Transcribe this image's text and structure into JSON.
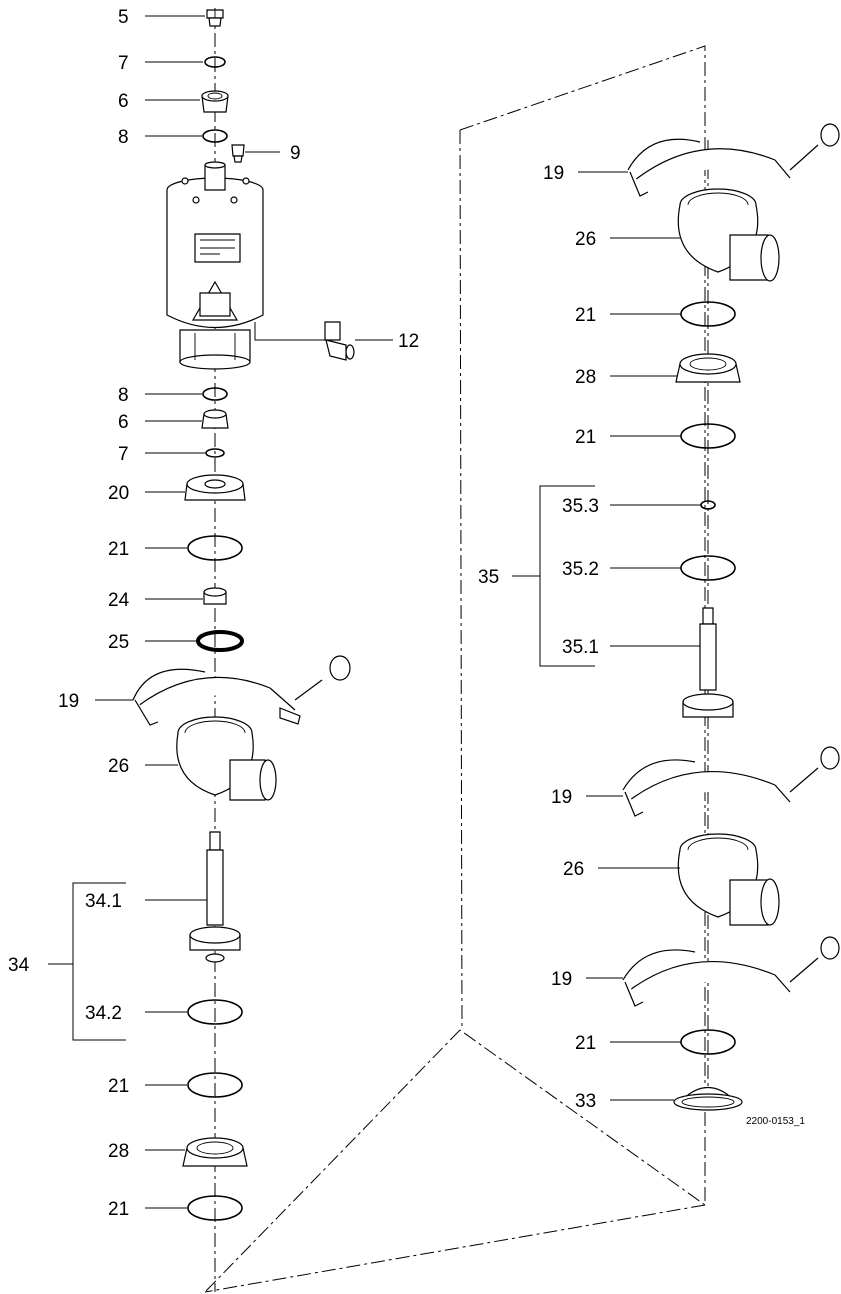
{
  "diagram": {
    "drawing_code": "2200-0153_1",
    "callouts": [
      {
        "id": "l5",
        "text": "5"
      },
      {
        "id": "l7a",
        "text": "7"
      },
      {
        "id": "l6a",
        "text": "6"
      },
      {
        "id": "l8a",
        "text": "8"
      },
      {
        "id": "l9",
        "text": "9"
      },
      {
        "id": "l12",
        "text": "12"
      },
      {
        "id": "l8b",
        "text": "8"
      },
      {
        "id": "l6b",
        "text": "6"
      },
      {
        "id": "l7b",
        "text": "7"
      },
      {
        "id": "l20",
        "text": "20"
      },
      {
        "id": "l21a",
        "text": "21"
      },
      {
        "id": "l24",
        "text": "24"
      },
      {
        "id": "l25",
        "text": "25"
      },
      {
        "id": "l19a",
        "text": "19"
      },
      {
        "id": "l26a",
        "text": "26"
      },
      {
        "id": "l341",
        "text": "34.1"
      },
      {
        "id": "l34",
        "text": "34"
      },
      {
        "id": "l342",
        "text": "34.2"
      },
      {
        "id": "l21b",
        "text": "21"
      },
      {
        "id": "l28a",
        "text": "28"
      },
      {
        "id": "l21c",
        "text": "21"
      },
      {
        "id": "l19b",
        "text": "19"
      },
      {
        "id": "l26b",
        "text": "26"
      },
      {
        "id": "l21d",
        "text": "21"
      },
      {
        "id": "l28b",
        "text": "28"
      },
      {
        "id": "l21e",
        "text": "21"
      },
      {
        "id": "l353",
        "text": "35.3"
      },
      {
        "id": "l35",
        "text": "35"
      },
      {
        "id": "l352",
        "text": "35.2"
      },
      {
        "id": "l351",
        "text": "35.1"
      },
      {
        "id": "l19c",
        "text": "19"
      },
      {
        "id": "l26c",
        "text": "26"
      },
      {
        "id": "l19d",
        "text": "19"
      },
      {
        "id": "l21f",
        "text": "21"
      },
      {
        "id": "l33",
        "text": "33"
      }
    ]
  }
}
